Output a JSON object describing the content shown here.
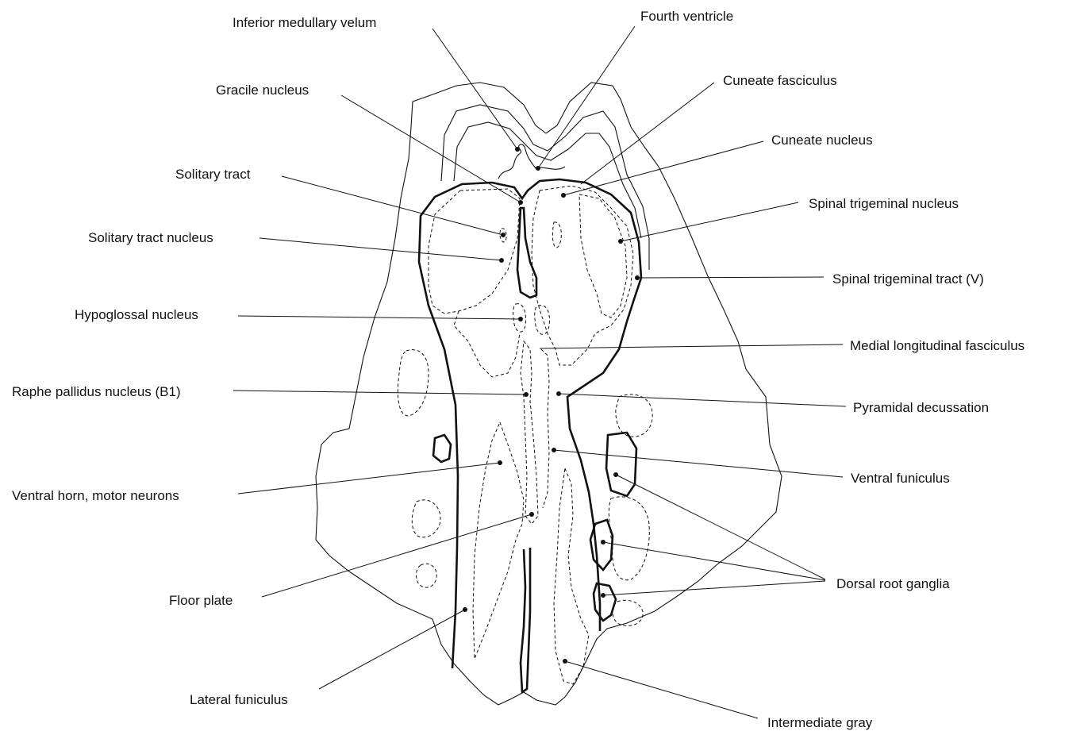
{
  "figure": {
    "labels": {
      "inferior_medullary_velum": "Inferior medullary velum",
      "fourth_ventricle": "Fourth ventricle",
      "gracile_nucleus": "Gracile nucleus",
      "cuneate_fasciculus": "Cuneate fasciculus",
      "cuneate_nucleus": "Cuneate nucleus",
      "solitary_tract": "Solitary tract",
      "spinal_trigeminal_nucleus": "Spinal trigeminal nucleus",
      "solitary_tract_nucleus": "Solitary tract nucleus",
      "spinal_trigeminal_tract": "Spinal trigeminal tract (V)",
      "hypoglossal_nucleus": "Hypoglossal nucleus",
      "medial_longitudinal_fasciculus": "Medial longitudinal fasciculus",
      "raphe_pallidus_nucleus": "Raphe pallidus nucleus (B1)",
      "pyramidal_decussation": "Pyramidal decussation",
      "ventral_funiculus": "Ventral funiculus",
      "ventral_horn": "Ventral horn, motor neurons",
      "dorsal_root_ganglia": "Dorsal root ganglia",
      "floor_plate": "Floor plate",
      "lateral_funiculus": "Lateral funiculus",
      "intermediate_gray": "Intermediate gray"
    }
  }
}
